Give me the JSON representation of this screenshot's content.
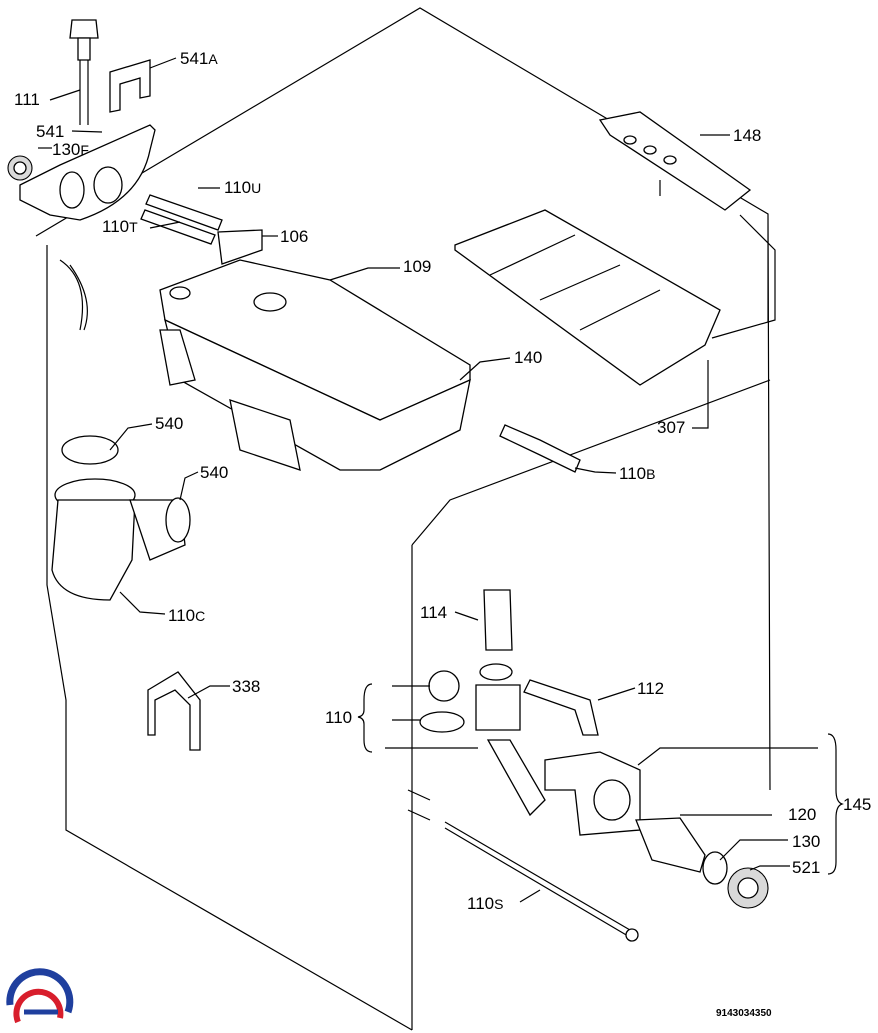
{
  "labels": {
    "p111": "111",
    "p541a_num": "541",
    "p541a_suf": "A",
    "p541": "541",
    "p130f_num": "130",
    "p130f_suf": "F",
    "p110u_num": "110",
    "p110u_suf": "U",
    "p110t_num": "110",
    "p110t_suf": "T",
    "p106": "106",
    "p109": "109",
    "p148": "148",
    "p140": "140",
    "p307": "307",
    "p540a": "540",
    "p540b": "540",
    "p110b_num": "110",
    "p110b_suf": "B",
    "p110c_num": "110",
    "p110c_suf": "C",
    "p114": "114",
    "p112": "112",
    "p338": "338",
    "p110": "110",
    "p120": "120",
    "p130": "130",
    "p145": "145",
    "p521": "521",
    "p110s_num": "110",
    "p110s_suf": "S"
  },
  "document_number": "9143034350",
  "logo": {
    "name": "brand-logo",
    "colors": [
      "#1f3f9e",
      "#d81e2c"
    ]
  }
}
